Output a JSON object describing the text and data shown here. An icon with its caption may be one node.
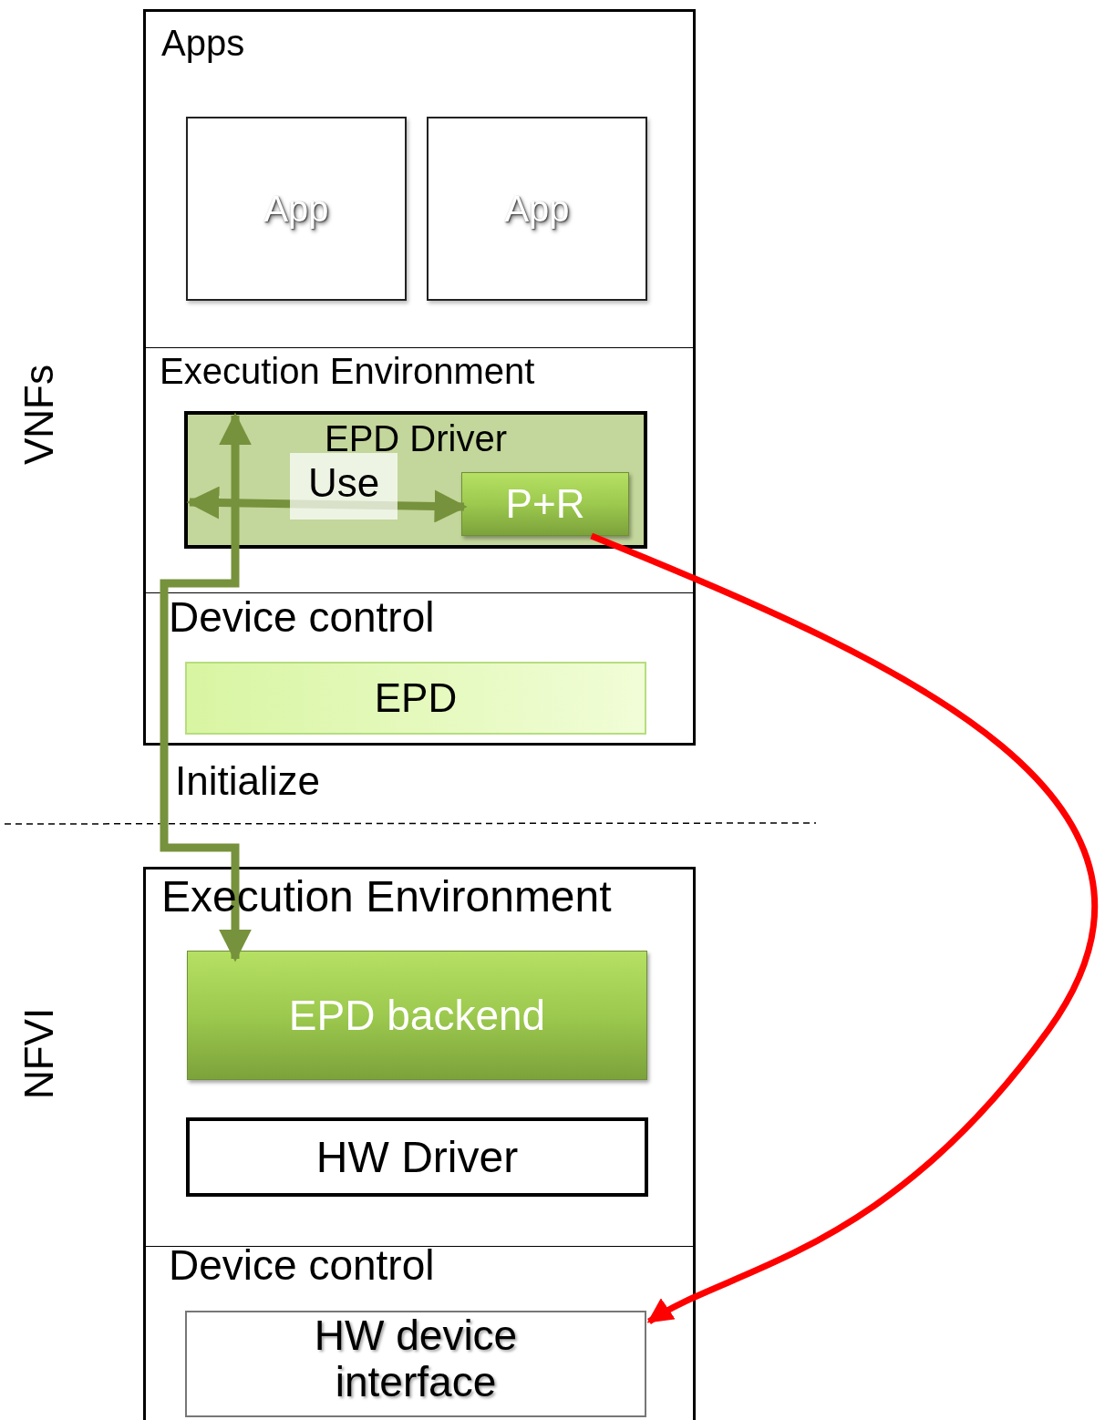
{
  "diagram": {
    "nodes": [
      {
        "text": [],
        "shape": "box",
        "beside": [
          "VNFs"
        ]
      },
      {
        "text": [
          "Apps"
        ],
        "in": 0
      },
      {
        "text": [
          "App"
        ],
        "in": 1
      },
      {
        "text": [
          "App"
        ],
        "in": 1
      },
      {
        "text": [
          "Execution Environment"
        ],
        "in": 0
      },
      {
        "text": [
          "EPD Driver"
        ],
        "in": 4
      },
      {
        "text": [
          "P+R"
        ],
        "in": 5
      },
      {
        "text": [
          "Device control"
        ],
        "in": 0
      },
      {
        "text": [
          "EPD"
        ],
        "in": 7
      },
      {
        "text": [],
        "shape": "box",
        "beside": [
          "NFVI"
        ]
      },
      {
        "text": [
          "Execution Environment"
        ],
        "in": 9
      },
      {
        "text": [
          "EPD backend"
        ],
        "in": 10
      },
      {
        "text": [
          "HW Driver"
        ],
        "in": 10
      },
      {
        "text": [
          "Device control"
        ],
        "in": 9
      },
      {
        "text": [
          "HW device interface"
        ],
        "in": 13
      }
    ],
    "edges": [
      {
        "from": 5,
        "to": 11,
        "arrow": "both",
        "label": "Initialize"
      },
      {
        "from": 5,
        "to": 6,
        "arrow": "both",
        "label": "Use"
      },
      {
        "from": 6,
        "to": 14,
        "arrow": "to",
        "color": "#ff0000"
      }
    ]
  }
}
